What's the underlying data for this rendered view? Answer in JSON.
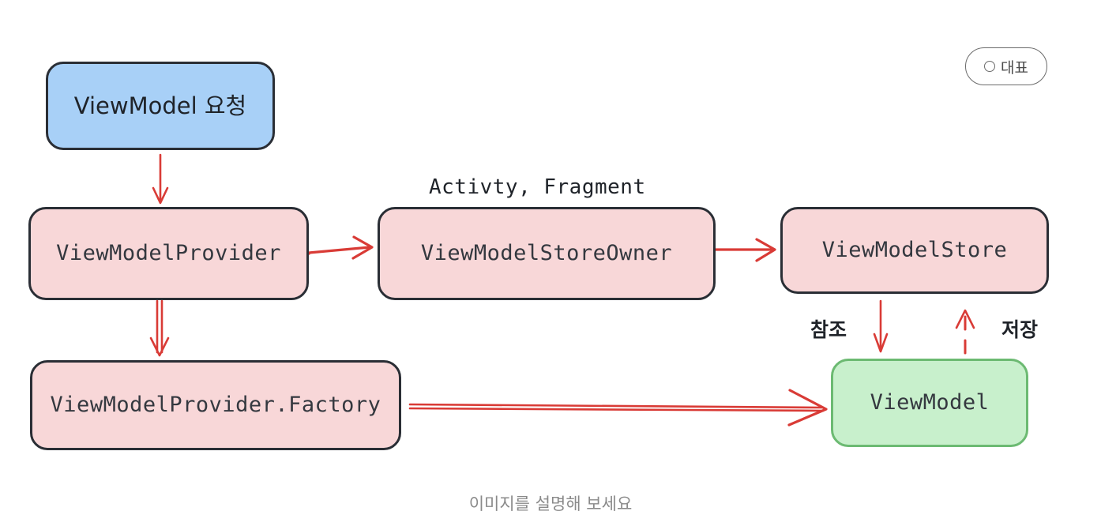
{
  "badge": {
    "label": "대표",
    "icon": "circle-outline-icon"
  },
  "nodes": {
    "request": {
      "label": "ViewModel 요청",
      "fill": "#a8d0f7",
      "stroke": "#2a2e35"
    },
    "provider": {
      "label": "ViewModelProvider",
      "fill": "#f8d7d8",
      "stroke": "#2a2e35"
    },
    "store_owner": {
      "label": "ViewModelStoreOwner",
      "fill": "#f8d7d8",
      "stroke": "#2a2e35"
    },
    "store": {
      "label": "ViewModelStore",
      "fill": "#f8d7d8",
      "stroke": "#2a2e35"
    },
    "factory": {
      "label": "ViewModelProvider.Factory",
      "fill": "#f8d7d8",
      "stroke": "#2a2e35"
    },
    "viewmodel": {
      "label": "ViewModel",
      "fill": "#c8f0cc",
      "stroke": "#6cba72"
    }
  },
  "annotations": {
    "store_owner_note": "Activty, Fragment",
    "reference_label": "참조",
    "save_label": "저장"
  },
  "arrow_color": "#d93b36",
  "caption": "이미지를 설명해 보세요"
}
